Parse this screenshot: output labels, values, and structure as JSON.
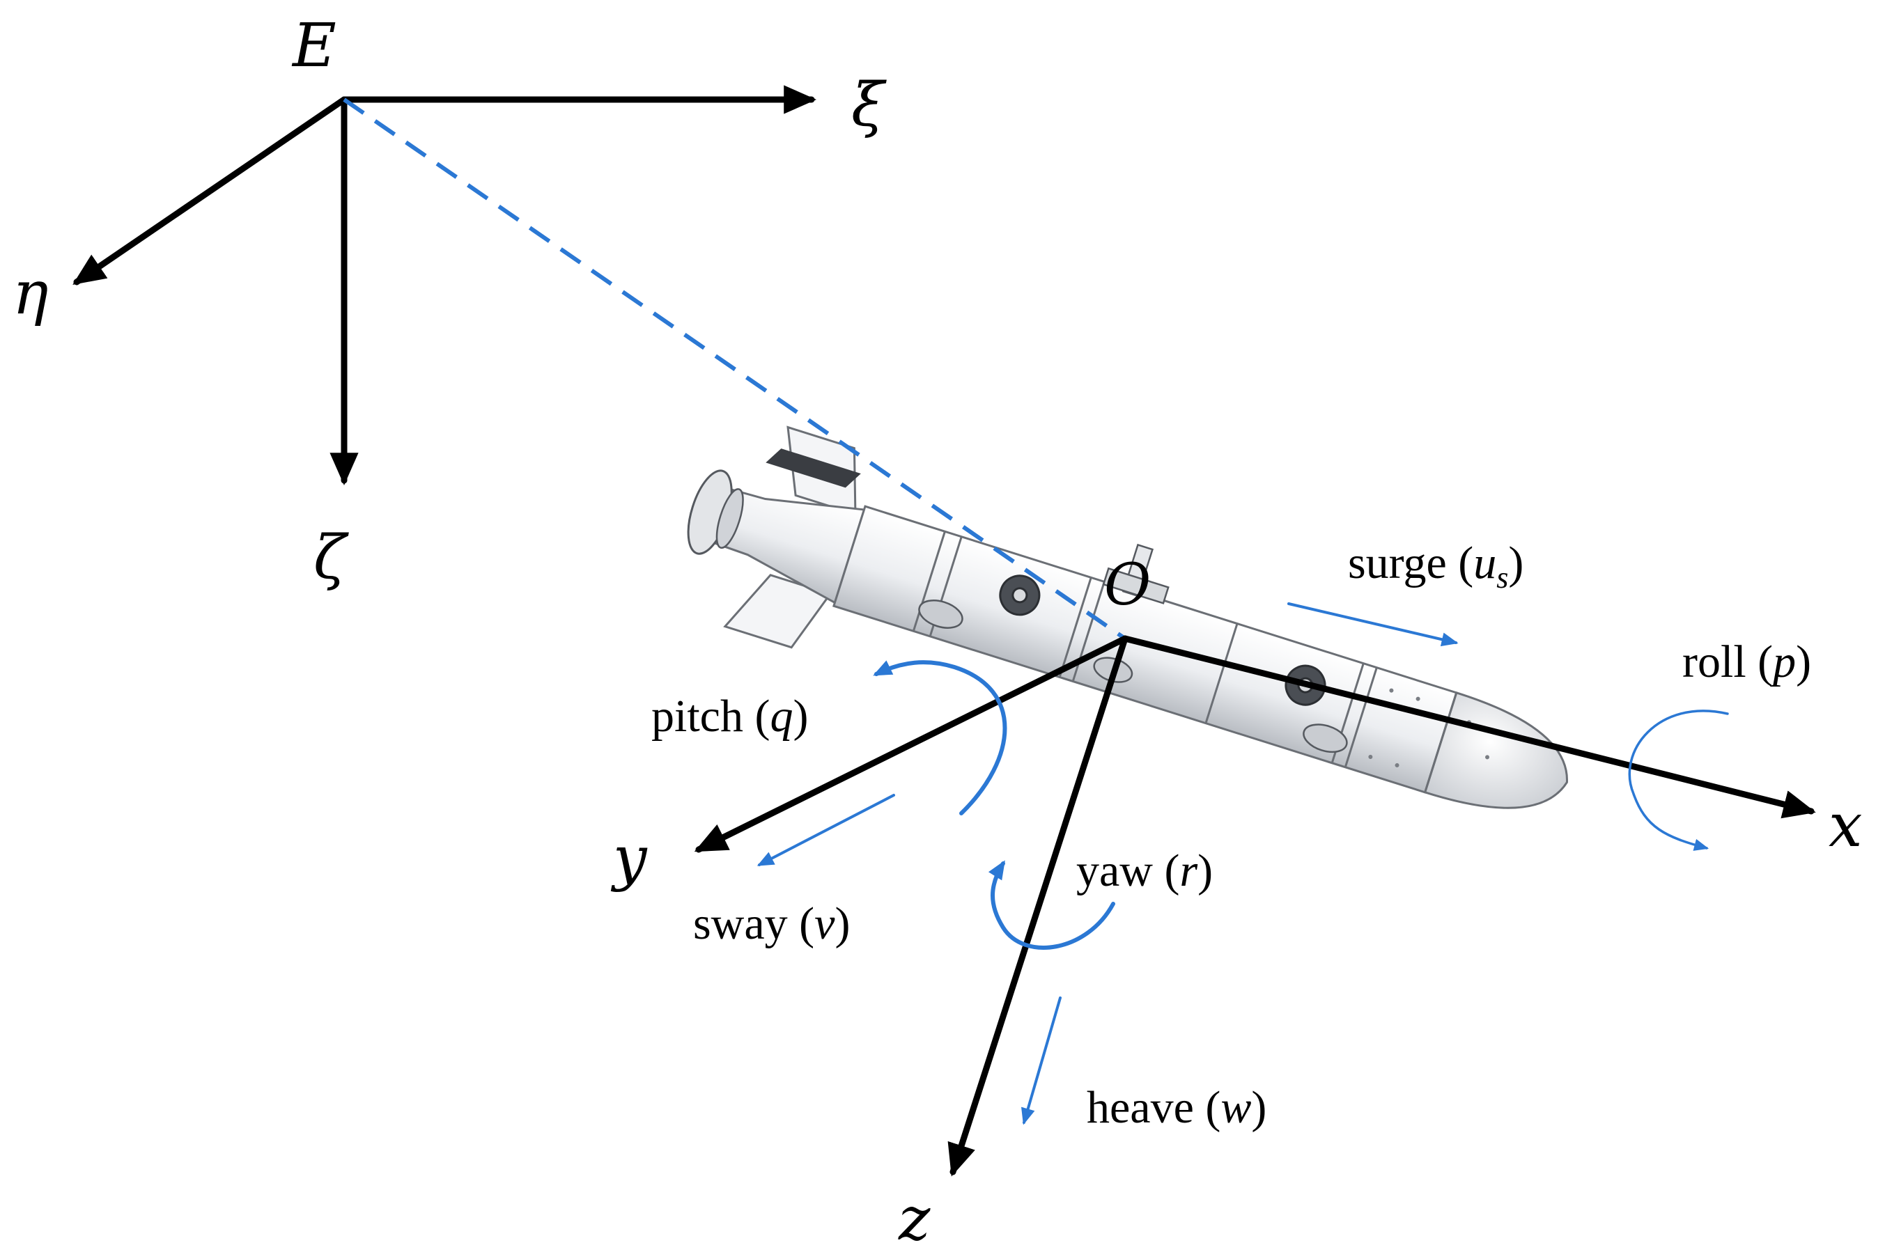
{
  "frames": {
    "earth": {
      "origin": "E",
      "axes": [
        "ξ",
        "η",
        "ζ"
      ]
    },
    "body": {
      "origin": "O",
      "axes": [
        "x",
        "y",
        "z"
      ]
    }
  },
  "motions": {
    "surge": {
      "name": "surge",
      "symbol": "u",
      "subscript": "s"
    },
    "sway": {
      "name": "sway",
      "symbol": "v"
    },
    "heave": {
      "name": "heave",
      "symbol": "w"
    },
    "roll": {
      "name": "roll",
      "symbol": "p"
    },
    "pitch": {
      "name": "pitch",
      "symbol": "q"
    },
    "yaw": {
      "name": "yaw",
      "symbol": "r"
    }
  },
  "colors": {
    "axis": "#000000",
    "motion": "#2b78d4",
    "hull": "#eef0f3",
    "hull_edge": "#6b6f75"
  },
  "icons": [
    "vehicle-hull-drawing"
  ]
}
